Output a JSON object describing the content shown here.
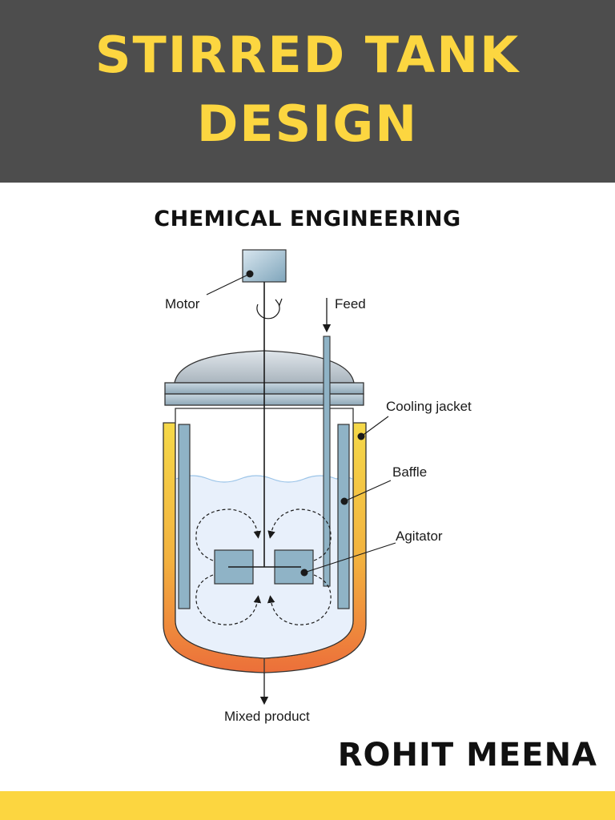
{
  "cover": {
    "title_line1": "STIRRED TANK",
    "title_line2": "DESIGN",
    "subtitle": "CHEMICAL ENGINEERING",
    "author": "ROHIT MEENA"
  },
  "diagram": {
    "labels": {
      "motor": "Motor",
      "feed": "Feed",
      "cooling_jacket": "Cooling jacket",
      "baffle": "Baffle",
      "agitator": "Agitator",
      "mixed_product": "Mixed product"
    }
  },
  "colors": {
    "header_bg": "#4d4d4d",
    "accent_yellow": "#fcd640",
    "jacket_top": "#f5d949",
    "jacket_bottom": "#ec6f3a",
    "steel_blue": "#8fb3c6",
    "liquid": "#e8f0fb"
  }
}
